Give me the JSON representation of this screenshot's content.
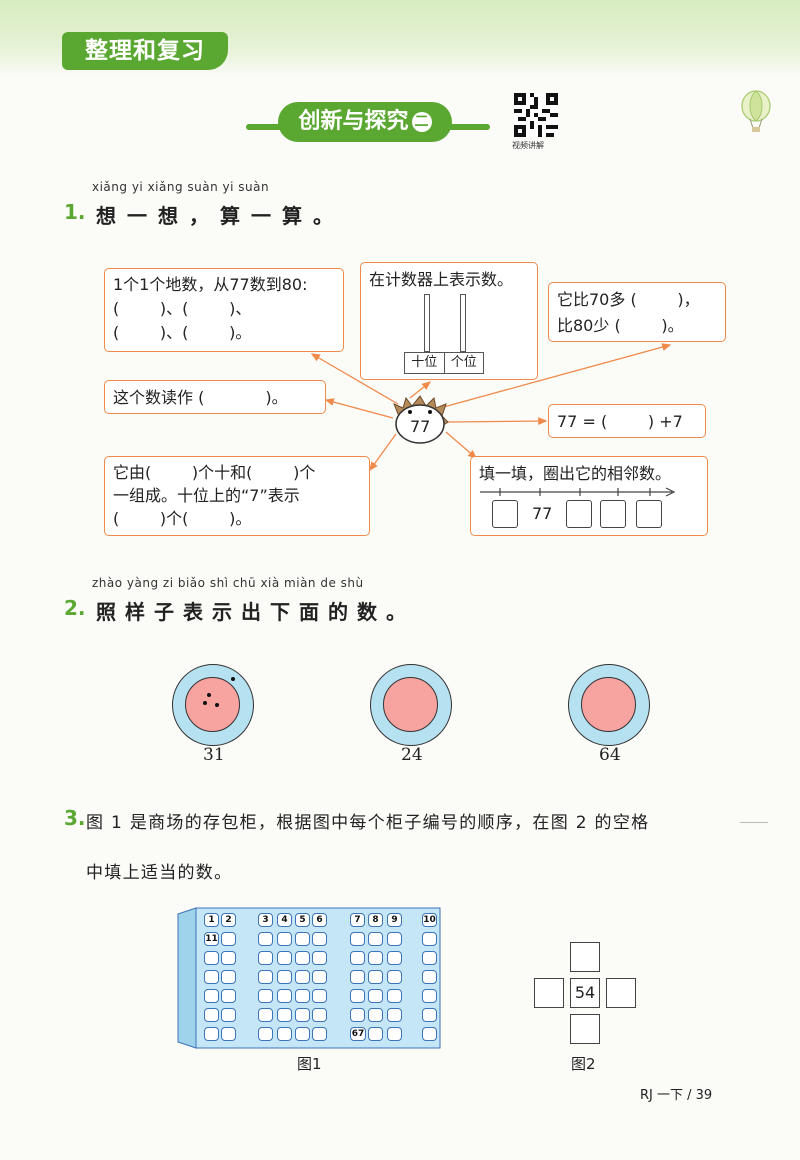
{
  "header": {
    "tab": "整理和复习"
  },
  "banner": {
    "title": "创新与探究",
    "num": "二",
    "qr_label": "视频讲解"
  },
  "q1": {
    "pinyin": "xiǎng yi xiǎng   suàn yi suàn",
    "num": "1.",
    "title": "想一想，算一算。",
    "center": "77",
    "box_count": {
      "l1": "1个1个地数，从77数到80:",
      "l2": "(        )、(        )、",
      "l3": "(        )、(        )。"
    },
    "box_abacus": {
      "title": "在计数器上表示数。",
      "tens": "十位",
      "ones": "个位"
    },
    "box_compare": {
      "l1": "它比70多 (        )，",
      "l2": "比80少 (        )。"
    },
    "box_read": "这个数读作 (            )。",
    "box_eq": "77 = (        ) +7",
    "box_compose": {
      "l1": "它由(        )个十和(        )个",
      "l2": "一组成。十位上的“7”表示",
      "l3": "(        )个(        )。"
    },
    "box_neighbor": {
      "title": "填一填，圈出它的相邻数。",
      "value": "77"
    }
  },
  "q2": {
    "pinyin": "zhào yàng zi biǎo shì chū xià miàn de shù",
    "num": "2.",
    "title": "照样子表示出下面的数。",
    "numbers": [
      "31",
      "24",
      "64"
    ]
  },
  "q3": {
    "num": "3.",
    "line1": "图 1 是商场的存包柜，根据图中每个柜子编号的顺序，在图 2 的空格",
    "line2": "中填上适当的数。",
    "top_labels": [
      "1",
      "2",
      "3",
      "4",
      "5",
      "6",
      "7",
      "8",
      "9",
      "10"
    ],
    "label_11": "11",
    "label_67": "67",
    "fig1": "图1",
    "fig2": "图2",
    "center_value": "54"
  },
  "footer": {
    "page": "RJ 一下 / 39"
  }
}
